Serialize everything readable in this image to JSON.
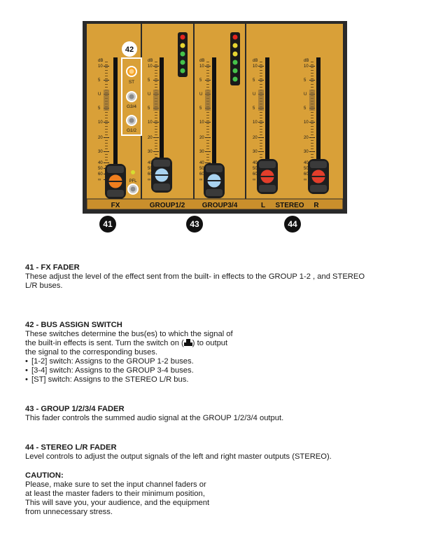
{
  "figure": {
    "callout_fx_bus": "42",
    "switch_labels": [
      "ST",
      "G3/4",
      "G1/2"
    ],
    "pfl_label": "PFL",
    "db_label": "dB",
    "scale_marks": [
      "10",
      "5",
      "U",
      "5",
      "10",
      "20",
      "30",
      "40",
      "50",
      "60",
      "∞"
    ],
    "strip_labels": {
      "fx": "FX",
      "group12": "GROUP1/2",
      "group34": "GROUP3/4",
      "stereo_l": "L",
      "stereo": "STEREO",
      "stereo_r": "R"
    },
    "callouts": [
      "41",
      "43",
      "44"
    ],
    "colors": {
      "panel": "#d9a038",
      "panel_dark": "#b47a1e",
      "frame": "#2a2a2a",
      "knob_orange": "#f07e1e",
      "knob_blue": "#a9d3f0",
      "knob_red": "#e43e2b",
      "led_green": "#46c24a",
      "led_yellow": "#e6d431",
      "led_red": "#e3261f"
    }
  },
  "sections": {
    "fx_fader": {
      "heading": "41 - FX FADER",
      "body_lines": [
        "These adjust the level of the effect sent from the built- in effects to the GROUP 1-2 , and STEREO",
        "L/R buses."
      ]
    },
    "bus_assign": {
      "heading": "42 - BUS ASSIGN SWITCH",
      "body_lines": [
        "These switches determine the bus(es) to which the signal of",
        "the built-in effects is sent. Turn the switch on (",
        ") to output",
        "the signal to the corresponding buses."
      ],
      "bullets": [
        "[1-2] switch: Assigns to the GROUP 1-2 buses.",
        "[3-4] switch: Assigns to the GROUP 3-4 buses.",
        "[ST] switch: Assigns to the STEREO L/R bus."
      ]
    },
    "group_fader": {
      "heading": "43 - GROUP 1/2/3/4 FADER",
      "body_lines": [
        "This fader controls the summed audio signal at the GROUP 1/2/3/4 output."
      ]
    },
    "stereo_fader": {
      "heading": "44 - STEREO L/R FADER",
      "body_lines": [
        "Level controls to adjust the output signals of the left and right master outputs (STEREO)."
      ]
    },
    "caution": {
      "heading": "CAUTION:",
      "body_lines": [
        "Please, make sure to set the input channel faders or",
        "at least the  master faders to their minimum position,",
        "This will save you, your audience, and the equipment",
        "from unnecessary stress."
      ]
    }
  }
}
